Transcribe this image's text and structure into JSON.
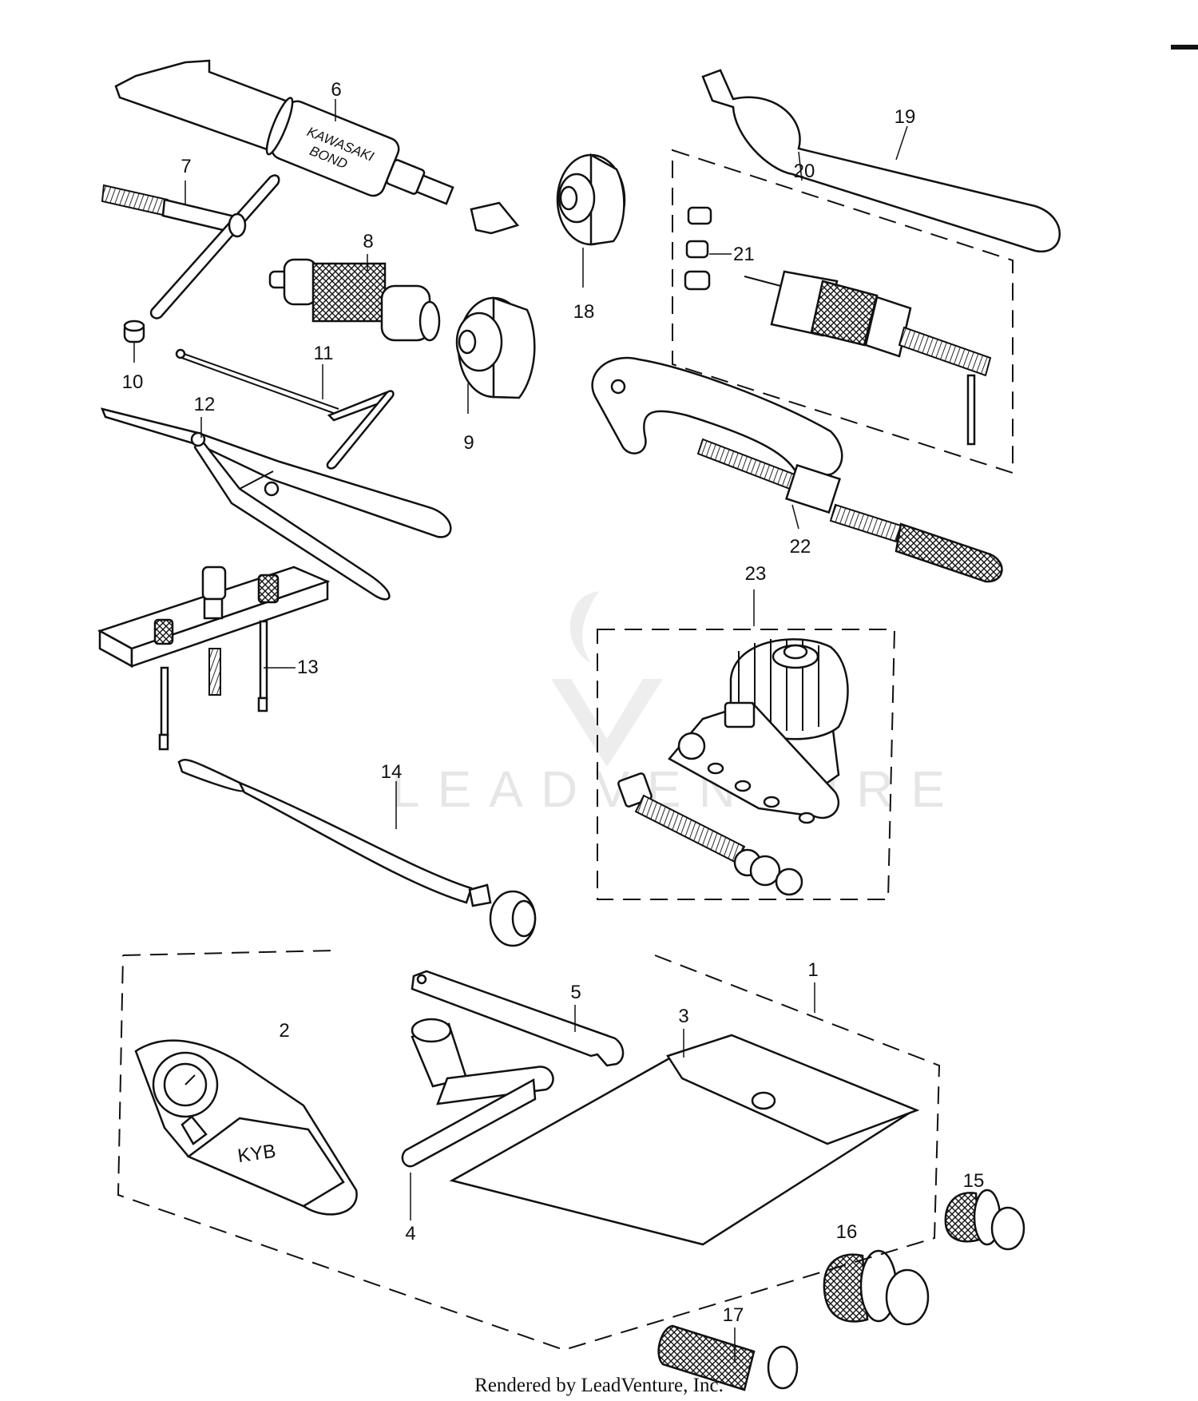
{
  "diagram": {
    "callouts": [
      {
        "id": "c1",
        "text": "1"
      },
      {
        "id": "c2",
        "text": "2"
      },
      {
        "id": "c3",
        "text": "3"
      },
      {
        "id": "c4",
        "text": "4"
      },
      {
        "id": "c5",
        "text": "5"
      },
      {
        "id": "c6",
        "text": "6"
      },
      {
        "id": "c7",
        "text": "7"
      },
      {
        "id": "c8",
        "text": "8"
      },
      {
        "id": "c9",
        "text": "9"
      },
      {
        "id": "c10",
        "text": "10"
      },
      {
        "id": "c11",
        "text": "11"
      },
      {
        "id": "c12",
        "text": "12"
      },
      {
        "id": "c13",
        "text": "13"
      },
      {
        "id": "c14",
        "text": "14"
      },
      {
        "id": "c15",
        "text": "15"
      },
      {
        "id": "c16",
        "text": "16"
      },
      {
        "id": "c17",
        "text": "17"
      },
      {
        "id": "c18",
        "text": "18"
      },
      {
        "id": "c19",
        "text": "19"
      },
      {
        "id": "c20",
        "text": "20"
      },
      {
        "id": "c21",
        "text": "21"
      },
      {
        "id": "c22",
        "text": "22"
      },
      {
        "id": "c23",
        "text": "23"
      }
    ],
    "bond_tube_text": [
      "KAWASAKI",
      "BOND"
    ],
    "pouch_logo": "KYB",
    "watermark": "LEADVENTURE",
    "footer": "Rendered by LeadVenture, Inc."
  }
}
